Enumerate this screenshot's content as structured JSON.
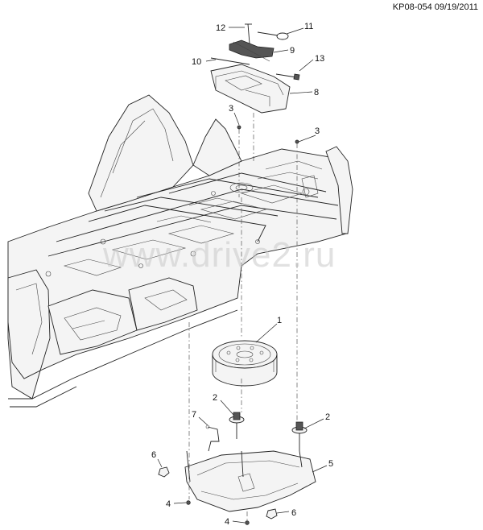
{
  "header": {
    "doc_id": "KP08-054 09/19/2011"
  },
  "watermark": "www.drive2.ru",
  "callouts": [
    {
      "id": "c1",
      "label": "1"
    },
    {
      "id": "c2a",
      "label": "2"
    },
    {
      "id": "c2b",
      "label": "2"
    },
    {
      "id": "c3a",
      "label": "3"
    },
    {
      "id": "c3b",
      "label": "3"
    },
    {
      "id": "c4a",
      "label": "4"
    },
    {
      "id": "c4b",
      "label": "4"
    },
    {
      "id": "c5",
      "label": "5"
    },
    {
      "id": "c6a",
      "label": "6"
    },
    {
      "id": "c6b",
      "label": "6"
    },
    {
      "id": "c7",
      "label": "7"
    },
    {
      "id": "c8",
      "label": "8"
    },
    {
      "id": "c9",
      "label": "9"
    },
    {
      "id": "c10",
      "label": "10"
    },
    {
      "id": "c11",
      "label": "11"
    },
    {
      "id": "c12",
      "label": "12"
    },
    {
      "id": "c13",
      "label": "13"
    }
  ]
}
